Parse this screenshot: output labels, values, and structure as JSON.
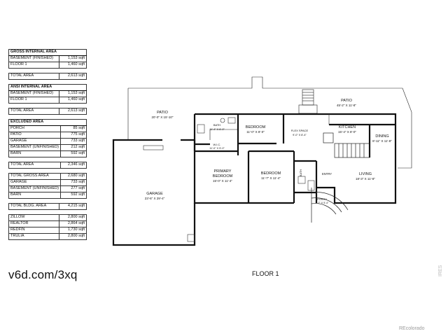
{
  "tables": [
    {
      "title": "GROSS INTERNAL AREA",
      "rows": [
        [
          "BASEMENT (FINISHED)",
          "1,153 sqft"
        ],
        [
          "FLOOR 1",
          "1,460 sqft"
        ]
      ],
      "total": [
        "TOTAL AREA",
        "2,613 sqft"
      ]
    },
    {
      "title": "ANSI INTERNAL AREA",
      "rows": [
        [
          "BASEMENT (FINISHED)",
          "1,153 sqft"
        ],
        [
          "FLOOR 1",
          "1,460 sqft"
        ]
      ],
      "total": [
        "TOTAL AREA",
        "2,613 sqft"
      ]
    },
    {
      "title": "EXCLUDED AREA",
      "rows": [
        [
          "PORCH",
          "85 sqft"
        ],
        [
          "PATIO",
          "775 sqft"
        ],
        [
          "GARAGE",
          "733 sqft"
        ],
        [
          "BASEMENT (UNFINISHED)",
          "212 sqft"
        ],
        [
          "BARN",
          "592 sqft"
        ]
      ],
      "total": [
        "TOTAL AREA",
        "2,346 sqft"
      ]
    },
    {
      "title": "",
      "rows": [
        [
          "TOTAL GROSS AREA",
          "2,680 sqft"
        ],
        [
          "GARAGE",
          "733 sqft"
        ],
        [
          "BASEMENT (UNFINISHED)",
          "277 sqft"
        ],
        [
          "BARN",
          "592 sqft"
        ]
      ],
      "total": null
    },
    {
      "title": "",
      "rows": [
        [
          "TOTAL BLDG. AREA",
          "4,215 sqft"
        ]
      ],
      "total": null
    },
    {
      "title": "",
      "rows": [
        [
          "ZILLOW",
          "2,800 sqft"
        ],
        [
          "REALTOR",
          "2,864 sqft"
        ],
        [
          "REDFIN",
          "1,730 sqft"
        ],
        [
          "TRULIA",
          "2,800 sqft"
        ]
      ],
      "total": null
    }
  ],
  "rooms": {
    "patio_left": {
      "name": "PATIO",
      "dim": "20'-0\" X 15'-10\""
    },
    "patio_right": {
      "name": "PATIO",
      "dim": "45'-2\" X 11'-8\""
    },
    "bath": {
      "name": "BATH",
      "dim": "11'-4\" X 6'-0\""
    },
    "wic": {
      "name": "W.I.C.",
      "dim": "11'-0\" X 5'-0\""
    },
    "bedroom1": {
      "name": "BEDROOM",
      "dim": "11'-0\" X 8'-0\""
    },
    "flex": {
      "name": "FLEX SPACE",
      "dim": "9'-0\" X 8'-4\""
    },
    "kitchen": {
      "name": "KITCHEN",
      "dim": "15'-4\" X 8'-0\""
    },
    "dining": {
      "name": "DINING",
      "dim": "8'-11\" X 11'-8\""
    },
    "primary": {
      "name": "PRIMARY\nBEDROOM",
      "dim": "15'-0\" X 11'-4\""
    },
    "bedroom2": {
      "name": "BEDROOM",
      "dim": "11'-7\" X 11'-4\""
    },
    "bath2": {
      "name": "BATH"
    },
    "entry": {
      "name": "ENTRY"
    },
    "living": {
      "name": "LIVING",
      "dim": "18'-3\" X 11'-8\""
    },
    "garage": {
      "name": "GARAGE",
      "dim": "23'-6\" X 29'-4\""
    },
    "porch": {
      "name": "PORCH",
      "dim": "7'-2\" X 5'-4\""
    }
  },
  "url": "v6d.com/3xq",
  "floor_label": "FLOOR 1",
  "watermark": "IRES",
  "credit": "REcolorado"
}
